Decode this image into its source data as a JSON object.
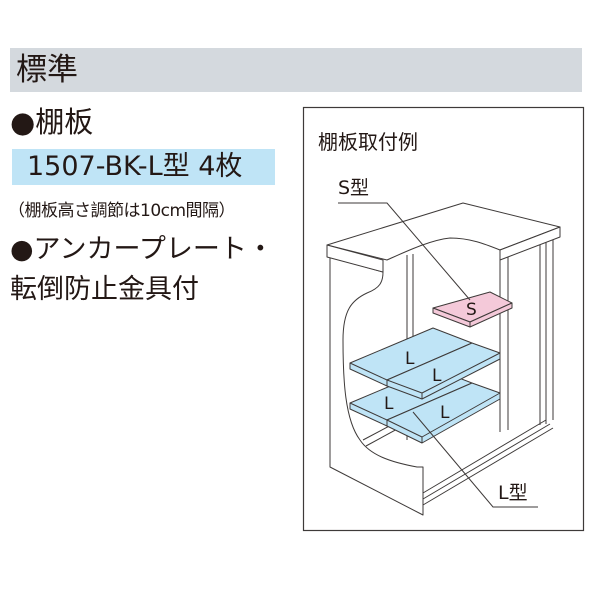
{
  "header": {
    "title": "標準"
  },
  "items": {
    "shelf_heading": "●棚板",
    "shelf_model": "1507-BK-L型 4枚",
    "shelf_note": "（棚板高さ調節は10cm間隔）",
    "anchor_line1": "●アンカープレート・",
    "anchor_line2": "転倒防止金具付"
  },
  "diagram": {
    "title": "棚板取付例",
    "s_type_label": "S型",
    "l_type_label": "L型",
    "s_mark": "S",
    "l_mark": "L",
    "colors": {
      "s_shelf": "#f4c9d9",
      "l_shelf": "#bfe4f6",
      "header_bg": "#d4d9de"
    }
  }
}
